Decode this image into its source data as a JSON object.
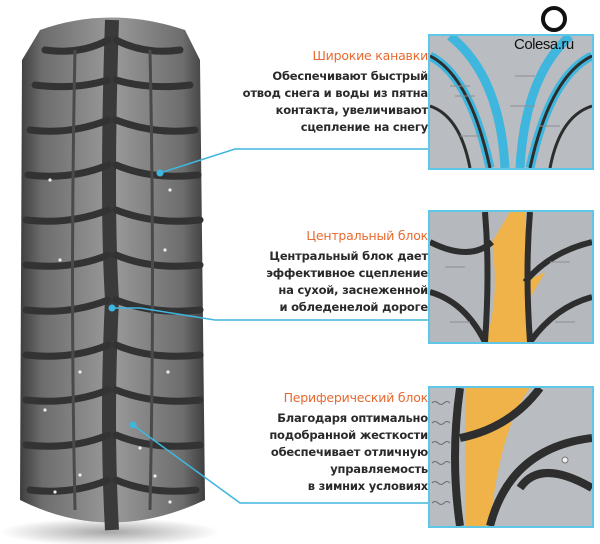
{
  "logo": {
    "text": "Colesa.ru"
  },
  "callouts": [
    {
      "title": "Широкие канавки",
      "lines": [
        "Обеспечивают быстрый",
        "отвод снега и воды из пятна",
        "контакта, увеличивают",
        "сцепление на снегу"
      ],
      "highlight_color": "#3fb6dd"
    },
    {
      "title": "Центральный блок",
      "lines": [
        "Центральный блок дает",
        "эффективное сцепление",
        "на сухой, заснеженной",
        "и обледенелой дороге"
      ],
      "highlight_color": "#f0b34a"
    },
    {
      "title": "Периферический блок",
      "lines": [
        "Благодаря оптимально",
        "подобранной жесткости",
        "обеспечивает отличную",
        "управляемость",
        "в зимних условиях"
      ],
      "highlight_color": "#f0b34a"
    }
  ],
  "colors": {
    "title": "#e8692f",
    "leader": "#3fb6dd",
    "panel_border": "#5ec6e6",
    "text": "#2a2a2a"
  }
}
